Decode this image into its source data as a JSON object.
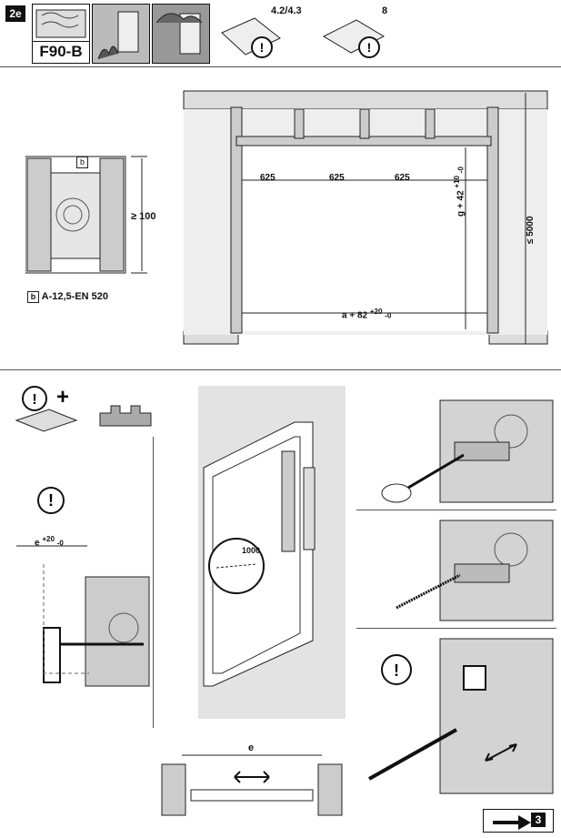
{
  "header": {
    "step_badge": "2e",
    "fire_rating": "F90-B",
    "ref_manual_1": "4.2/4.3",
    "ref_manual_2": "8"
  },
  "cross_section": {
    "board_marker": "b",
    "depth_label": "≥ 100",
    "legend_marker": "b",
    "legend_text": "A-12,5-EN 520"
  },
  "wall_elevation": {
    "spacing_1": "625",
    "spacing_2": "625",
    "spacing_3": "625",
    "height_label": "g + 42",
    "height_tol_upper": "+10",
    "height_tol_lower": "-0",
    "width_label": "a + 82",
    "width_tol_upper": "+20",
    "width_tol_lower": "-0",
    "max_height": "≤ 5000"
  },
  "installation": {
    "offset_label": "e",
    "offset_tol_upper": "+20",
    "offset_tol_lower": "-0",
    "marker_height": "1000",
    "bottom_width_label": "e"
  },
  "footer": {
    "next_step": "3"
  }
}
